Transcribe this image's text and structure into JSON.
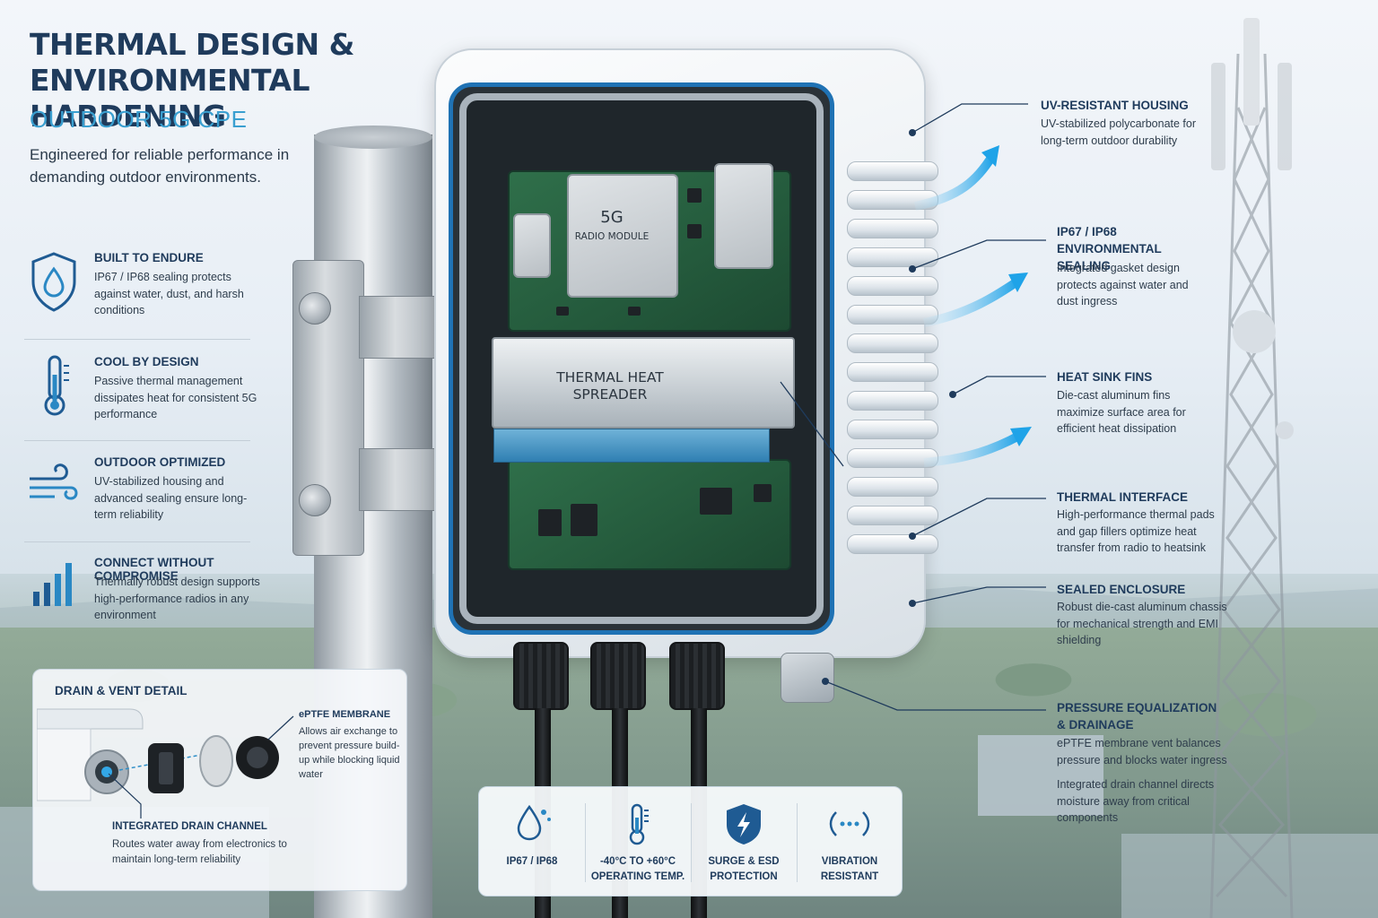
{
  "header": {
    "title": "THERMAL DESIGN & ENVIRONMENTAL HARDENING",
    "subtitle": "OUTDOOR 5G CPE",
    "intro": "Engineered for reliable performance in demanding outdoor environments."
  },
  "features": [
    {
      "title": "BUILT TO ENDURE",
      "text": "IP67 / IP68 sealing protects against water, dust, and harsh conditions",
      "icon": "shield-drop-icon"
    },
    {
      "title": "COOL BY DESIGN",
      "text": "Passive thermal management dissipates heat for consistent 5G performance",
      "icon": "thermometer-icon"
    },
    {
      "title": "OUTDOOR OPTIMIZED",
      "text": "UV-stabilized housing and advanced sealing ensure long-term reliability",
      "icon": "wind-icon"
    },
    {
      "title": "CONNECT WITHOUT COMPROMISE",
      "text": "Thermally robust design supports high-performance radios in any environment",
      "icon": "signal-bars-icon"
    }
  ],
  "drain": {
    "title": "DRAIN & VENT DETAIL",
    "membrane_title": "ePTFE MEMBRANE",
    "membrane_text": "Allows air exchange to prevent pressure build-up while blocking liquid water",
    "channel_title": "INTEGRATED DRAIN CHANNEL",
    "channel_text": "Routes water away from electronics to maintain long-term reliability"
  },
  "device": {
    "module_title": "5G",
    "module_sub": "RADIO MODULE",
    "spreader_label": "THERMAL HEAT SPREADER"
  },
  "callouts": [
    {
      "title": "UV-RESISTANT HOUSING",
      "text": "UV-stabilized polycarbonate for long-term outdoor durability"
    },
    {
      "title": "IP67 / IP68 ENVIRONMENTAL SEALING",
      "text": "Integrated gasket design protects against water and dust ingress"
    },
    {
      "title": "HEAT SINK FINS",
      "text": "Die-cast aluminum fins maximize surface area for efficient heat dissipation"
    },
    {
      "title": "THERMAL INTERFACE",
      "text": "High-performance thermal pads and gap fillers optimize heat transfer from radio to heatsink"
    },
    {
      "title": "SEALED ENCLOSURE",
      "text": "Robust die-cast aluminum chassis for mechanical strength and EMI shielding"
    },
    {
      "title": "PRESSURE EQUALIZATION & DRAINAGE",
      "text": "ePTFE membrane vent balances pressure and blocks water ingress",
      "text2": "Integrated drain channel directs moisture away from critical components"
    }
  ],
  "badges": [
    {
      "label": "IP67 / IP68",
      "icon": "water-drop-icon"
    },
    {
      "label": "-40°C TO +60°C\nOPERATING TEMP.",
      "icon": "thermometer-icon"
    },
    {
      "label": "SURGE & ESD\nPROTECTION",
      "icon": "shield-bolt-icon"
    },
    {
      "label": "VIBRATION\nRESISTANT",
      "icon": "vibration-icon"
    }
  ],
  "colors": {
    "navy": "#1f3b5c",
    "accent": "#3a9fd0",
    "blue": "#1f72b4"
  }
}
